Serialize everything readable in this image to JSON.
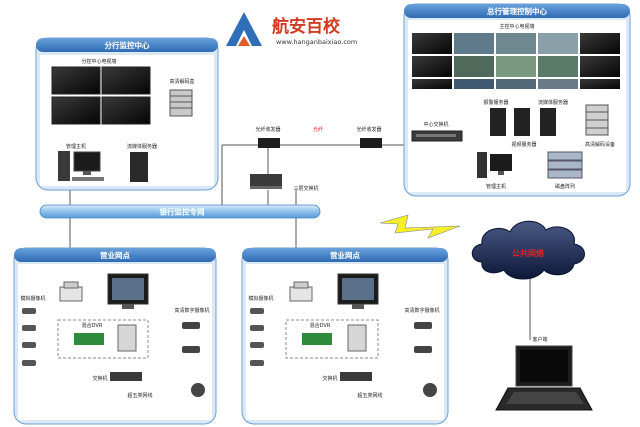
{
  "watermark": {
    "brand": "航安百校",
    "url": "www.hanganbaixiao.com"
  },
  "hq": {
    "title": "总行管理控制中心",
    "video_wall": "主控中心电视墙",
    "alarm_server": "报警服务器",
    "media_server": "流媒体服务器",
    "decoder": "高清解码设备",
    "video_server": "视频服务器",
    "center_switch": "中心交换机",
    "mgmt_host": "管理主机",
    "disk_array": "磁盘阵列"
  },
  "branch_center": {
    "title": "分行监控中心",
    "video_wall": "分控中心电视墙",
    "decoder": "高清解码盒",
    "mgmt_host": "管理主机",
    "media_server": "流媒体服务器"
  },
  "link": {
    "transceiver_left": "光纤收发器",
    "fiber": "光纤",
    "transceiver_right": "光纤收发器",
    "l3_switch": "三层交换机",
    "network": "银行监控专网",
    "internet": "公共网络"
  },
  "outlets": [
    {
      "title": "营业网点",
      "analog_camera": "模拟摄像机",
      "hybrid_dvr": "混合DVR",
      "hd_camera": "高清数字摄像机",
      "switch": "交换机",
      "cable": "超五类网线"
    },
    {
      "title": "营业网点",
      "analog_camera": "模拟摄像机",
      "hybrid_dvr": "混合DVR",
      "hd_camera": "高清数字摄像机",
      "switch": "交换机",
      "cable": "超五类网线"
    }
  ],
  "client": {
    "label": "客户端"
  },
  "colors": {
    "panel_header": "#2f6bb5",
    "panel_fill": "#dbe8f6",
    "bus": "#8fc0ea",
    "lightning": "#f6ee2a",
    "cloud": "#1f2f5a",
    "fiber_text": "#e0242a"
  }
}
